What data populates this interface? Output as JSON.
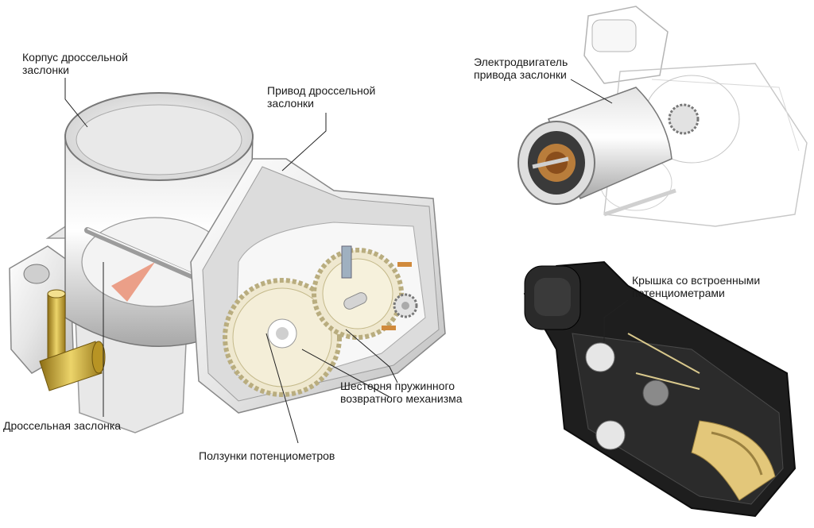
{
  "labels": {
    "throttle_body": [
      "Корпус дроссельной",
      "заслонки"
    ],
    "throttle_drive": [
      "Привод дроссельной",
      "заслонки"
    ],
    "drive_motor": [
      "Электродвигатель",
      "привода заслонки"
    ],
    "cover": [
      "Крышка со встроенными",
      "потенциометрами"
    ],
    "return_gear": [
      "Шестерня пружинного",
      "возвратного механизма"
    ],
    "throttle_valve": "Дроссельная заслонка",
    "pot_sliders": "Ползунки потенциометров"
  },
  "colors": {
    "metal_light": "#f4f4f4",
    "metal_mid": "#d9d9d9",
    "metal_dark": "#9a9a9a",
    "gear": "#efe8cf",
    "brass": "#c9a93a",
    "copper": "#d08a3c",
    "cover_dark": "#1e1e1e",
    "track_gold": "#e3c77a",
    "leader": "#222222"
  }
}
